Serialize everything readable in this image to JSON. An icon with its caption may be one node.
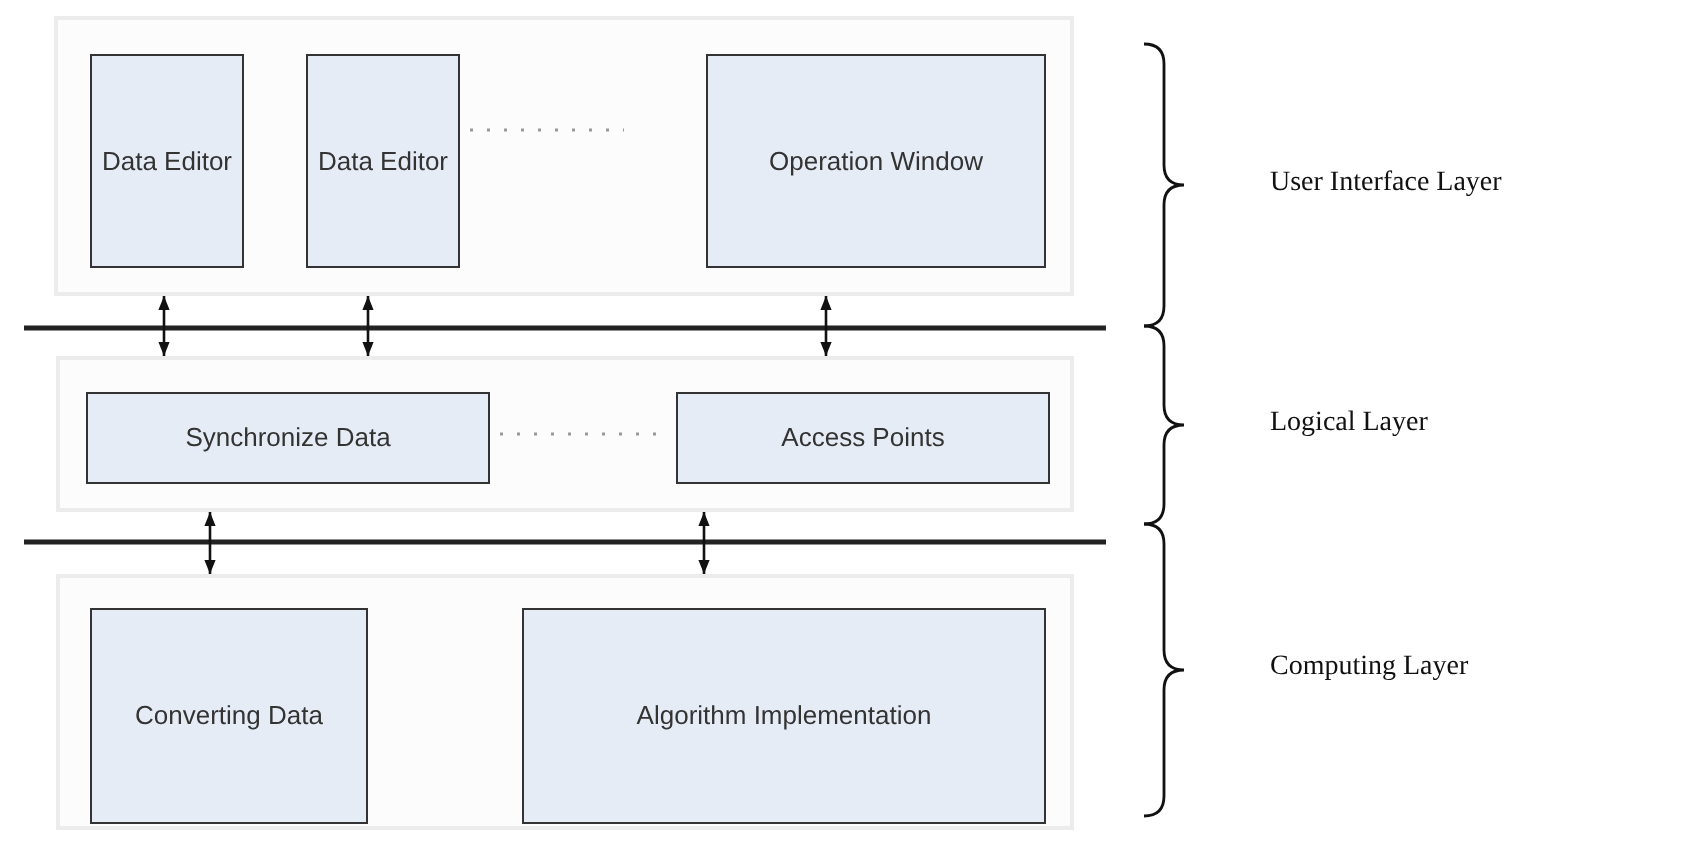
{
  "diagram": {
    "nodes": [
      {
        "text": [],
        "shape": "box"
      },
      {
        "text": [
          "Data Editor"
        ],
        "in": 0
      },
      {
        "text": [
          "Data Editor"
        ],
        "in": 0
      },
      {
        "text": [
          "Operation Window"
        ],
        "in": 0
      },
      {
        "text": [],
        "shape": "box"
      },
      {
        "text": [
          "Synchronize Data"
        ],
        "in": 4
      },
      {
        "text": [
          "Access Points"
        ],
        "in": 4
      },
      {
        "text": [],
        "shape": "box"
      },
      {
        "text": [
          "Converting Data"
        ],
        "in": 7
      },
      {
        "text": [
          "Algorithm Implementation"
        ],
        "in": 7
      }
    ],
    "edges": [
      {
        "from": 0,
        "to": 4,
        "arrow": "both"
      },
      {
        "from": 0,
        "to": 4,
        "arrow": "both"
      },
      {
        "from": 0,
        "to": 4,
        "arrow": "both"
      },
      {
        "from": 4,
        "to": 7,
        "arrow": "both"
      },
      {
        "from": 4,
        "to": 7,
        "arrow": "both"
      }
    ],
    "labels": [
      "User Interface Layer",
      "Logical Layer",
      "Computing Layer"
    ]
  }
}
